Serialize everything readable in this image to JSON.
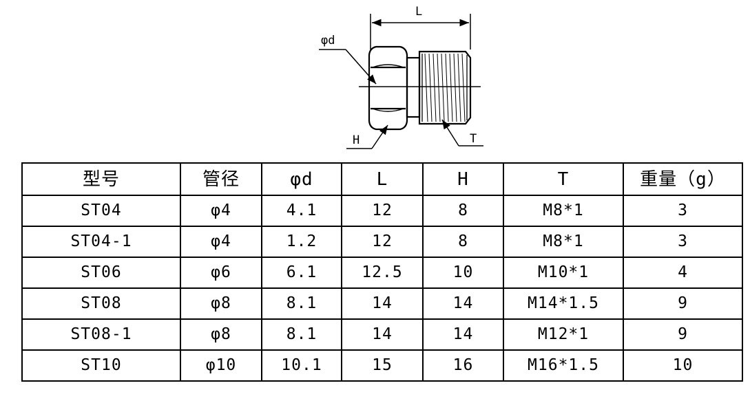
{
  "drawing": {
    "labels": {
      "phi_d": "φd",
      "L": "L",
      "H": "H",
      "T": "T"
    }
  },
  "table": {
    "headers": [
      "型号",
      "管径",
      "φd",
      "L",
      "H",
      "T",
      "重量（g）"
    ],
    "rows": [
      [
        "ST04",
        "φ4",
        "4.1",
        "12",
        "8",
        "M8*1",
        "3"
      ],
      [
        "ST04-1",
        "φ4",
        "1.2",
        "12",
        "8",
        "M8*1",
        "3"
      ],
      [
        "ST06",
        "φ6",
        "6.1",
        "12.5",
        "10",
        "M10*1",
        "4"
      ],
      [
        "ST08",
        "φ8",
        "8.1",
        "14",
        "14",
        "M14*1.5",
        "9"
      ],
      [
        "ST08-1",
        "φ8",
        "8.1",
        "14",
        "14",
        "M12*1",
        "9"
      ],
      [
        "ST10",
        "φ10",
        "10.1",
        "15",
        "16",
        "M16*1.5",
        "10"
      ]
    ]
  }
}
